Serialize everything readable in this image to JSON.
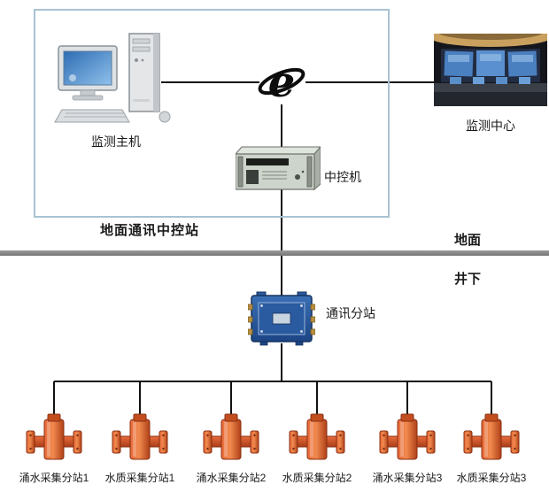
{
  "surface_station": {
    "label": "地面通讯中控站",
    "monitor_host_label": "监测主机",
    "central_control_label": "中控机"
  },
  "monitor_center_label": "监测中心",
  "divider": {
    "above_label": "地面",
    "below_label": "井下"
  },
  "comm_substation_label": "通讯分站",
  "substations": [
    {
      "label": "涌水采集分站1"
    },
    {
      "label": "水质采集分站1"
    },
    {
      "label": "涌水采集分站2"
    },
    {
      "label": "水质采集分站2"
    },
    {
      "label": "涌水采集分站3"
    },
    {
      "label": "水质采集分站3"
    }
  ],
  "colors": {
    "station_box_border": "#a9c3d2",
    "divider_gray": "#8c8c8c",
    "connection_line": "#000000",
    "sensor_orange": "#d4552a",
    "junction_blue": "#2a5fa8",
    "screen_blue": "#4a7fc0"
  }
}
